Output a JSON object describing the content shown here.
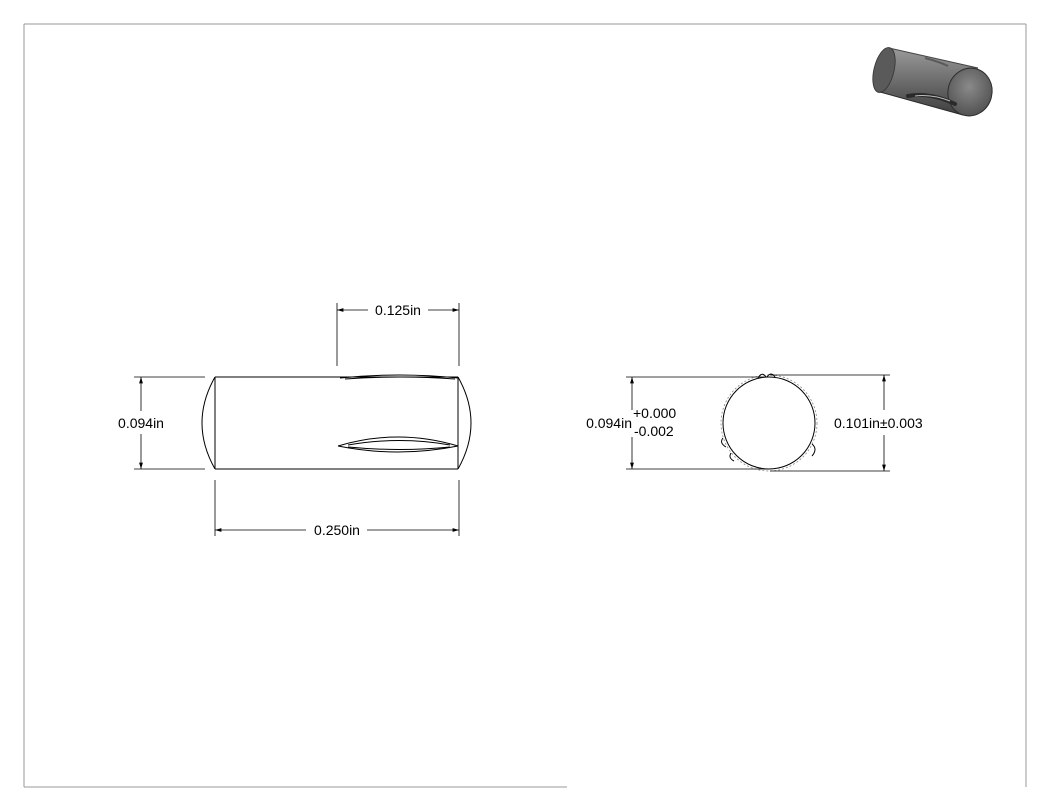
{
  "drawing": {
    "side_view": {
      "length_dim": "0.250in",
      "groove_dim": "0.125in",
      "diameter_dim": "0.094in"
    },
    "end_view": {
      "diameter_dim": "0.094in",
      "tol_upper": "+0.000",
      "tol_lower": "-0.002",
      "groove_diameter_dim": "0.101in±0.003"
    },
    "iso_view": {
      "icon": "grooved-pin-3d-render"
    }
  },
  "colors": {
    "line": "#000000",
    "frame": "#9a9a9a",
    "hidden": "#8a8a8a",
    "render_body": "#6f6f6f"
  }
}
